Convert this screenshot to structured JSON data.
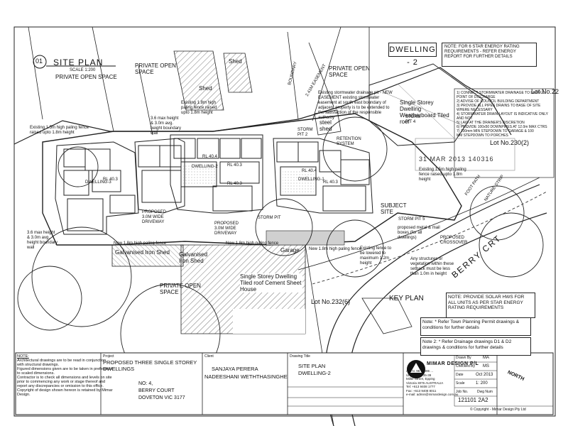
{
  "sheet": {
    "title": "SITE PLAN",
    "number": "01",
    "scale": "SCALE 1:200",
    "dwelling_tag": "DWELLING - 2"
  },
  "notes": {
    "energy_rating": "NOTE: FOR 6 STAR ENERGY RATING REQUIREMENTS - REFER ENERGY REPORT FOR FURTHER DETAILS",
    "solar": "NOTE: PROVIDE SOLAR HWS FOR ALL UNITS AS PER STAR ENERGY RATING REQUIREMENTS",
    "note1": "Note: * Refer Town Planning Permit drawings & conditions for further details",
    "note2": "Note 2: * Refer Drainage drawings D1 & D2 drawings & conditions for further details",
    "general_title": "NOTE:",
    "general": [
      "Architectural drawings are to be read in conjunction",
      "with structural drawings.",
      "Figured dimensions given are to be taken in preference",
      "to scaled dimensions.",
      "Contractor is to check all dimensions and levels on site",
      "prior to commencing any work or stage thereof and",
      "report any discrepancies or omission to this office.",
      "Copyright of design shown hereon is retained by Mimar",
      "Design."
    ]
  },
  "labels": {
    "private_open_space_1": "PRIVATE OPEN SPACE",
    "private_open_space_2": "PRIVATE OPEN SPACE",
    "private_open_space_3": "PRIVATE OPEN SPACE",
    "private_open_space_4": "PRIVATE OPEN SPACE",
    "shed_1": "Shed",
    "shed_2": "Shed",
    "steel_shed": "steel shed",
    "boundary": "BOUNDARY",
    "easement": "2.41M EASEMENT",
    "single_storey_1": "Single Storey Dwelling Weatherboard Tiled roof",
    "single_storey_2": "Single Storey Dwelling Tiled roof Cement Sheet House",
    "lot_22": "Lot No.22",
    "lot_230": "Lot No.230(2)",
    "lot_232": "Lot No.232(6)",
    "dwelling_1": "DWELLING-1",
    "dwelling_2": "DWELLING-2",
    "dwelling_3": "DWELLING-3",
    "galvanised_shed_1": "Galvanised Iron Shed",
    "galvanised_shed_2": "Galvanised Iron Shed",
    "garage": "Garage",
    "subject_site": "SUBJECT SITE",
    "key_plan": "KEY PLAN",
    "berry_crt": "BERRY CRT",
    "foot_path": "FOOT PATH",
    "nature_strip": "NATURE STRIP",
    "storm_pit_2": "STORM PIT 2",
    "storm_pit_4": "STORM PIT 4",
    "storm_pit_5": "STORM PIT 5",
    "storm_pit": "STORM PIT",
    "retention_system": "RETENTION SYSTEM",
    "proposed_driveway_1": "PROPOSED 3.0M WIDE DRIVEWAY",
    "proposed_driveway_2": "PROPOSED 3.0M WIDE DRIVEWAY",
    "rl_1": "RL 40.3",
    "rl_2": "RL 40.4",
    "rl_3": "RL 40.3",
    "rl_4": "RL 40.4",
    "rl_5": "RL 40.3",
    "rl_6": "RL 40.3",
    "fence_1": "Existing 1.5m high paling fence raised upto 1.8m height",
    "fence_2": "Existing 1.8m high paling fence raised upto 1.8m height",
    "fence_3": "Existing 1.5m high paling fence raised upto 1.8m height",
    "fence_4": "New 1.8m high paling fence",
    "fence_5": "New 1.8m high paling fence",
    "fence_6": "New 1.8m high paling fence",
    "fence_7": "Existing fence to be lowered to maximum 1.2m height",
    "boundary_wall_1": "3.6 max height & 3.0m avg. height boundary wall",
    "boundary_wall_2": "3.6 max height & 3.0m avg. height boundary wall",
    "stormwater_easement": "Existing stormwater drainage pit - NEW EASEMENT existing stormwater easement at south east boundary of adjacent property is to be extended to the satisfaction of the responsible authority",
    "mail_boxes": "proposed metal & mail boxes (for all dwellings)",
    "structures": "Any structures or vegetation within these setback must be less than 1.0m in height",
    "crossover": "PROPOSED CROSSOVER"
  },
  "stamp": {
    "lines": [
      "1) CONNECT STORMWATER DRAINAGE TO LAWFUL POINT OF DISCHARGE",
      "2) ADVISE OF COUNCIL BUILDING DEPARTMENT",
      "3) PROVIDE ALL PIPES DRAINS TO BASE OF SITE WHERE NECESSARY",
      "4) STORMWATER DRAIN LAYOUT IS INDICATIVE ONLY AND NOT",
      "5) LAID AT THE DRAINER'S DISCRETION",
      "6) PROVIDE 100x50 DOWNPIPES AT 12.0m MAX CTRS",
      "7) 100mm MIN STEPDOWN TO GARAGE & 100",
      "MM STEPDOWN TO PORCHES",
      "31 MAR 2013 140316"
    ]
  },
  "title_block": {
    "project_label": "Project",
    "project": "PROPOSED THREE SINGLE STOREY DWELLINGS",
    "address_1": "NO: 4,",
    "address_2": "BERRY COURT",
    "address_3": "DOVETON VIC 3177",
    "client_label": "Client",
    "client_1": "SANJAYA PERERA",
    "client_2": "NADEESHANI WETHTHASINGHE",
    "drawing_label": "Drawing Title",
    "drawing_1": "SITE PLAN",
    "drawing_2": "DWELLING-2",
    "firm": "MIMAR DESIGN P/L",
    "firm_lines": [
      "A.B.N. 98 ... 006 ...",
      "Unit 13, No 35-39",
      "Miller Street, Epping",
      "Victoria 3076 AUSTRALIA",
      "Tel: +613 9408 1777",
      "Fax: +613 9408 8011",
      "e-mail: admin@mimardesign.com.au"
    ],
    "drawn_by_label": "Drawn By",
    "drawn_by": "MA",
    "checked_by_label": "Checked By",
    "checked_by": "MS",
    "date_label": "Date",
    "date": "Oct 2013",
    "scale_label": "Scale",
    "scale": "1: 200",
    "job_no_label": "Job No.",
    "job_no": "121101",
    "dwg_no_label": "Dwg Num",
    "dwg_no": "2A2",
    "job_display": "121101 2A2",
    "copyright": "© Copyright - Mimar Design Pty Ltd",
    "north": "NORTH"
  },
  "colors": {
    "ink": "#111111",
    "paper": "#ffffff",
    "hatch": "#444444",
    "grey_fill": "#bdbdbd"
  }
}
